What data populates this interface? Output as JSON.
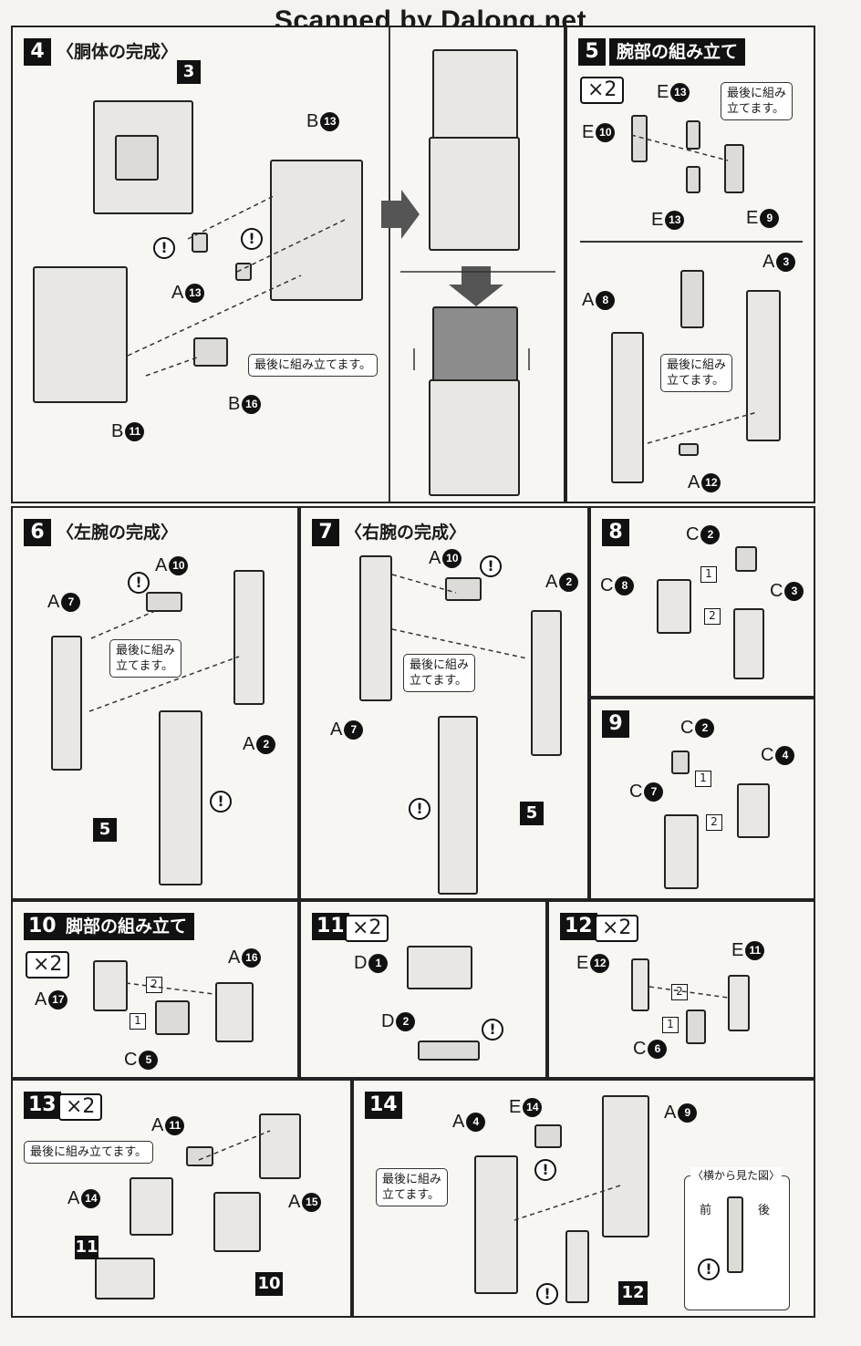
{
  "watermark": "Scanned by Dalong.net",
  "step4": {
    "num": "4",
    "title": "〈胴体の完成〉",
    "note": "最後に組み立てます。"
  },
  "step5": {
    "num": "5",
    "title": "腕部の組み立て",
    "qty": "×2",
    "note1": "最後に組み\n立てます。",
    "note2": "最後に組み\n立てます。"
  },
  "step6": {
    "num": "6",
    "title": "〈左腕の完成〉",
    "note": "最後に組み\n立てます。"
  },
  "step7": {
    "num": "7",
    "title": "〈右腕の完成〉",
    "note": "最後に組み\n立てます。"
  },
  "step8": {
    "num": "8"
  },
  "step9": {
    "num": "9"
  },
  "step10": {
    "num": "10",
    "title": "脚部の組み立て",
    "qty": "×2"
  },
  "step11": {
    "num": "11",
    "qty": "×2"
  },
  "step12": {
    "num": "12",
    "qty": "×2"
  },
  "step13": {
    "num": "13",
    "qty": "×2",
    "note": "最後に組み立てます。"
  },
  "step14": {
    "num": "14",
    "note": "最後に組み\n立てます。",
    "side_view": "〈横から見た図〉",
    "front": "前",
    "back": "後"
  },
  "caution_mark": "!",
  "parts": {
    "s4": [
      [
        "B",
        "13"
      ],
      [
        "A",
        "13"
      ],
      [
        "B",
        "11"
      ],
      [
        "B",
        "16"
      ]
    ],
    "s5": [
      [
        "E",
        "13"
      ],
      [
        "E",
        "10"
      ],
      [
        "E",
        "13"
      ],
      [
        "E",
        "9"
      ],
      [
        "A",
        "8"
      ],
      [
        "A",
        "3"
      ],
      [
        "A",
        "12"
      ]
    ],
    "s6": [
      [
        "A",
        "10"
      ],
      [
        "A",
        "7"
      ],
      [
        "A",
        "2"
      ]
    ],
    "s7": [
      [
        "A",
        "10"
      ],
      [
        "A",
        "2"
      ],
      [
        "A",
        "7"
      ]
    ],
    "s8": [
      [
        "C",
        "2"
      ],
      [
        "C",
        "8"
      ],
      [
        "C",
        "3"
      ]
    ],
    "s9": [
      [
        "C",
        "2"
      ],
      [
        "C",
        "4"
      ],
      [
        "C",
        "7"
      ]
    ],
    "s10": [
      [
        "A",
        "16"
      ],
      [
        "A",
        "17"
      ],
      [
        "C",
        "5"
      ]
    ],
    "s11": [
      [
        "D",
        "1"
      ],
      [
        "D",
        "2"
      ]
    ],
    "s12": [
      [
        "E",
        "12"
      ],
      [
        "E",
        "11"
      ],
      [
        "C",
        "6"
      ]
    ],
    "s13": [
      [
        "A",
        "11"
      ],
      [
        "A",
        "14"
      ],
      [
        "A",
        "15"
      ]
    ],
    "s14": [
      [
        "E",
        "14"
      ],
      [
        "A",
        "4"
      ],
      [
        "A",
        "9"
      ]
    ]
  },
  "sub_ids": {
    "s4": "3",
    "s6": "5",
    "s7": "5",
    "s13a": "11",
    "s13b": "10",
    "s14": "12"
  },
  "order_marks": [
    "1",
    "2"
  ]
}
